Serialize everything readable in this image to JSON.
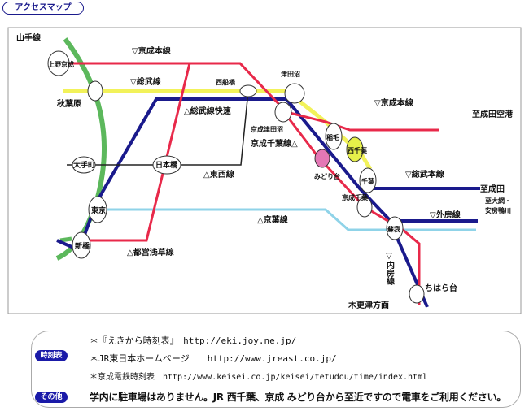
{
  "title": "アクセスマップ",
  "lines": {
    "yamanote": "山手線",
    "keisei_hon_1": "▽京成本線",
    "sobu": "▽総武線",
    "sobu_rapid": "△総武線快速",
    "tozai": "△東西線",
    "toei_asakusa": "△都営浅草線",
    "keiyo": "△京葉線",
    "keisei_hon_2": "▽京成本線",
    "keisei_chiba_line": "京成千葉線△",
    "sobu_hon": "▽総武本線",
    "sotobo": "▽外房線",
    "uchibo": "▽内房線"
  },
  "stations": {
    "ueno_keisei": "上野京成",
    "akihabara": "秋葉原",
    "otemachi": "大手町",
    "nihonbashi": "日本橋",
    "tokyo": "東京",
    "shimbashi": "新橋",
    "nishifunabashi": "西船橋",
    "tsudanuma": "津田沼",
    "keisei_tsudanuma": "京成津田沼",
    "inage": "稲毛",
    "midoridai": "みどり台",
    "nishichiba": "西千葉",
    "chiba": "千葉",
    "keisei_chiba": "京成千葉",
    "soga": "蘇我",
    "chiharadai": "ちはら台"
  },
  "destinations": {
    "narita_airport": "至成田空港",
    "narita": "至成田",
    "ohami_awakamogawa_1": "至大網・",
    "ohami_awakamogawa_2": "安房鴨川",
    "kisarazu": "木更津方面"
  },
  "info": {
    "timetable_tag": "時刻表",
    "other_tag": "その他",
    "links": [
      "＊『えきから時刻表』　http://eki.joy.ne.jp/",
      "＊JR東日本ホームページ　　http://www.jreast.co.jp/",
      "＊京成電鉄時刻表　http://www.keisei.co.jp/keisei/tetudou/time/index.html"
    ],
    "note": "学内に駐車場はありません。JR 西千葉、京成 みどり台から至近ですので電車をご利用ください。"
  },
  "colors": {
    "yamanote": "#5cb85c",
    "keisei": "#e8294a",
    "sobu": "#f2f25a",
    "rapid": "#1a1a8c",
    "keiyo": "#8fd3e8",
    "tag": "#1a1aa8",
    "midoridai": "#e477b5",
    "nishichiba": "#e7f04a"
  }
}
